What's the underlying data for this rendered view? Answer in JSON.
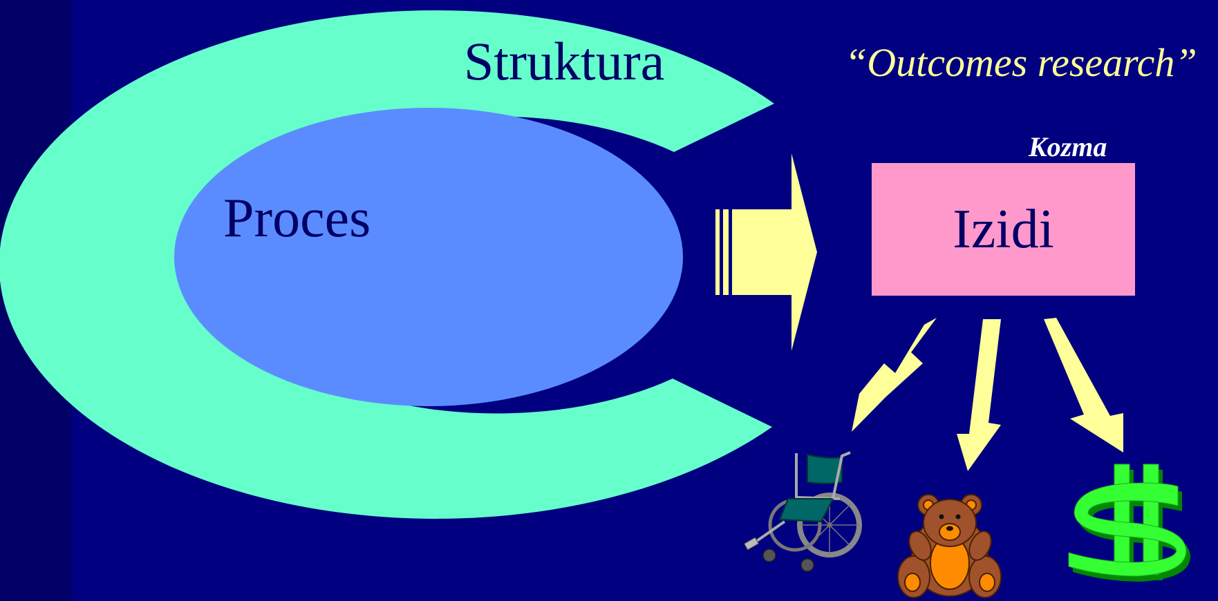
{
  "diagram": {
    "outer_label": "Struktura",
    "inner_label": "Proces",
    "result_label": "Izidi",
    "heading": "“Outcomes research”",
    "author": "Kozma"
  },
  "colors": {
    "background": "#000080",
    "outer_ring": "#66FFCC",
    "inner_oval": "#5B8CFF",
    "arrows": "#FFFF99",
    "result_box": "#FF99CC",
    "label_text": "#000066"
  },
  "icons": {
    "wheelchair": "wheelchair-icon",
    "teddy_bear": "teddy-bear-icon",
    "dollar_sign": "dollar-sign-icon"
  }
}
